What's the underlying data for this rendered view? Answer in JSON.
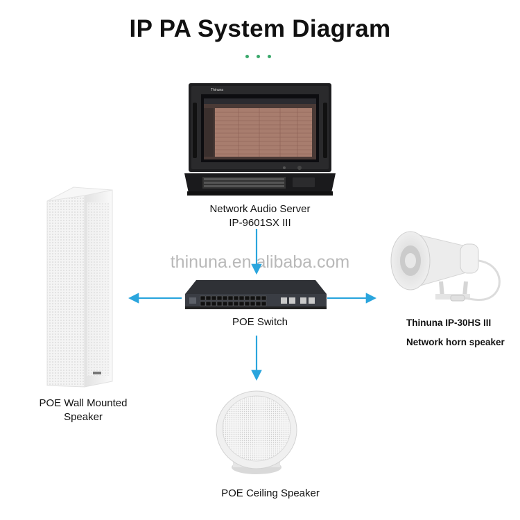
{
  "title": "IP PA System Diagram",
  "accent_color": "#2aa5dd",
  "dots_color": "#3aa86b",
  "watermark": "thinuna.en.alibaba.com",
  "nodes": {
    "server": {
      "line1": "Network Audio Server",
      "line2": "IP-9601SX III",
      "screen_brand": "Thinuna"
    },
    "switch": {
      "label": "POE Switch"
    },
    "wall_speaker": {
      "line1": "POE Wall Mounted",
      "line2": "Speaker"
    },
    "horn_speaker": {
      "line1": "Thinuna IP-30HS III",
      "line2": "Network horn speaker"
    },
    "ceiling_speaker": {
      "label": "POE Ceiling Speaker"
    }
  },
  "connections": [
    {
      "from": "server",
      "to": "switch"
    },
    {
      "from": "switch",
      "to": "wall_speaker"
    },
    {
      "from": "switch",
      "to": "horn_speaker"
    },
    {
      "from": "switch",
      "to": "ceiling_speaker"
    }
  ]
}
